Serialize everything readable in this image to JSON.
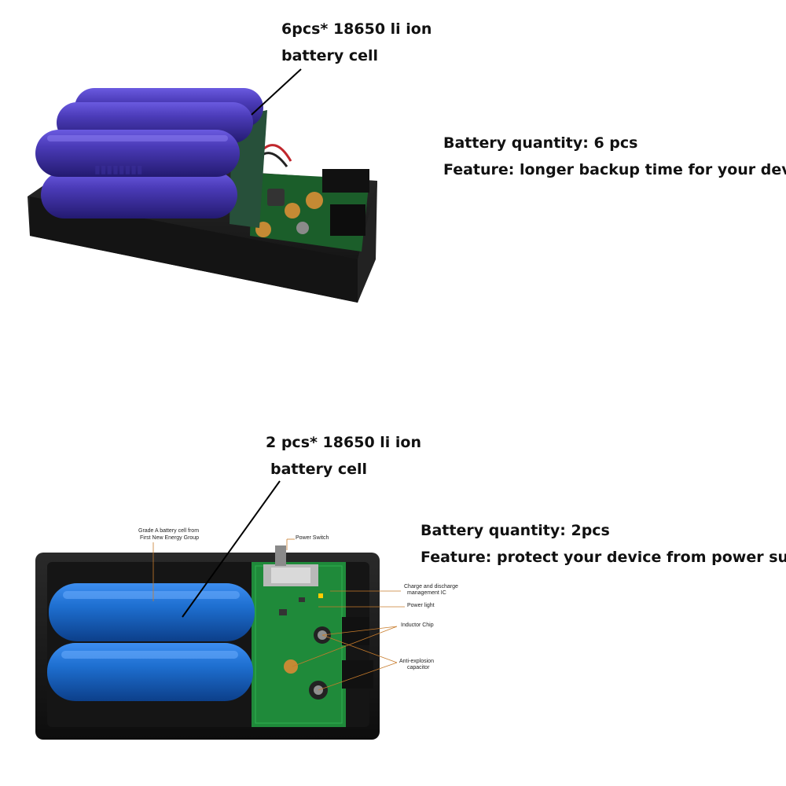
{
  "section_top": {
    "callout_line1": "6pcs* 18650 li ion",
    "callout_line2": "battery cell",
    "spec_quantity": "Battery quantity: 6 pcs",
    "spec_feature": "Feature: longer backup time for your device"
  },
  "section_bottom": {
    "callout_line1": "2 pcs* 18650 li ion",
    "callout_line2": "battery cell",
    "spec_quantity": "Battery quantity: 2pcs",
    "spec_feature": "Feature: protect your device from power surge",
    "board_labels": {
      "grade_line1": "Grade A battery cell from",
      "grade_line2": "First New Energy Group",
      "power_switch": "Power Switch",
      "charge_ic_line1": "Charge and discharge",
      "charge_ic_line2": "management IC",
      "power_light": "Power light",
      "inductor": "Inductor Chip",
      "capacitor_line1": "Anti-explosion",
      "capacitor_line2": "capacitor"
    }
  },
  "colors": {
    "battery_purple": "#4b3bb8",
    "battery_blue": "#1e6fd0",
    "case_black": "#1a1a1a",
    "pcb_green": "#1f8a3a"
  }
}
